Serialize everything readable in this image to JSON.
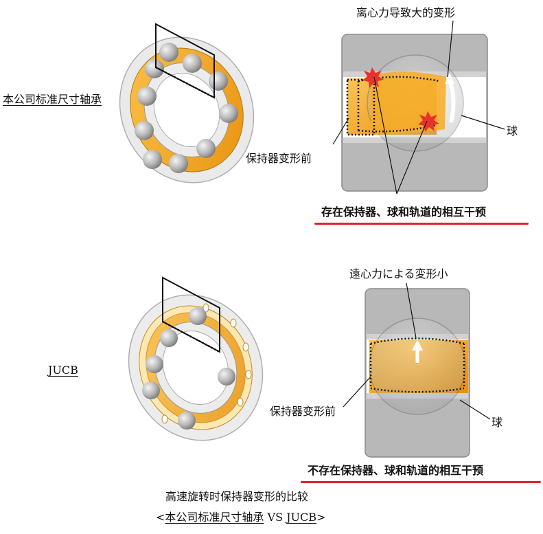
{
  "top": {
    "left_title": "本公司标准尺寸轴承",
    "callout_top": "离心力导致大的变形",
    "ball_label": "球",
    "cage_label": "保持器变形前",
    "conclusion": "存在保持器、球和轨道的相互干预"
  },
  "bottom": {
    "left_title": "JUCB",
    "callout_top": "遠心力による変形小",
    "ball_label": "球",
    "cage_label": "保持器变形前",
    "conclusion": "不存在保持器、球和轨道的相互干预"
  },
  "caption": {
    "line1": "高速旋转时保持器变形的比较",
    "open": "<",
    "company": "本公司标准尺寸轴承",
    "vs": " VS ",
    "jucb": "JUCB",
    "close": ">"
  },
  "colors": {
    "cage_orange": "#f5a31a",
    "steel_grey": "#b9b9b9",
    "accent_red": "#e0222a",
    "burst_red": "#e8332a"
  }
}
